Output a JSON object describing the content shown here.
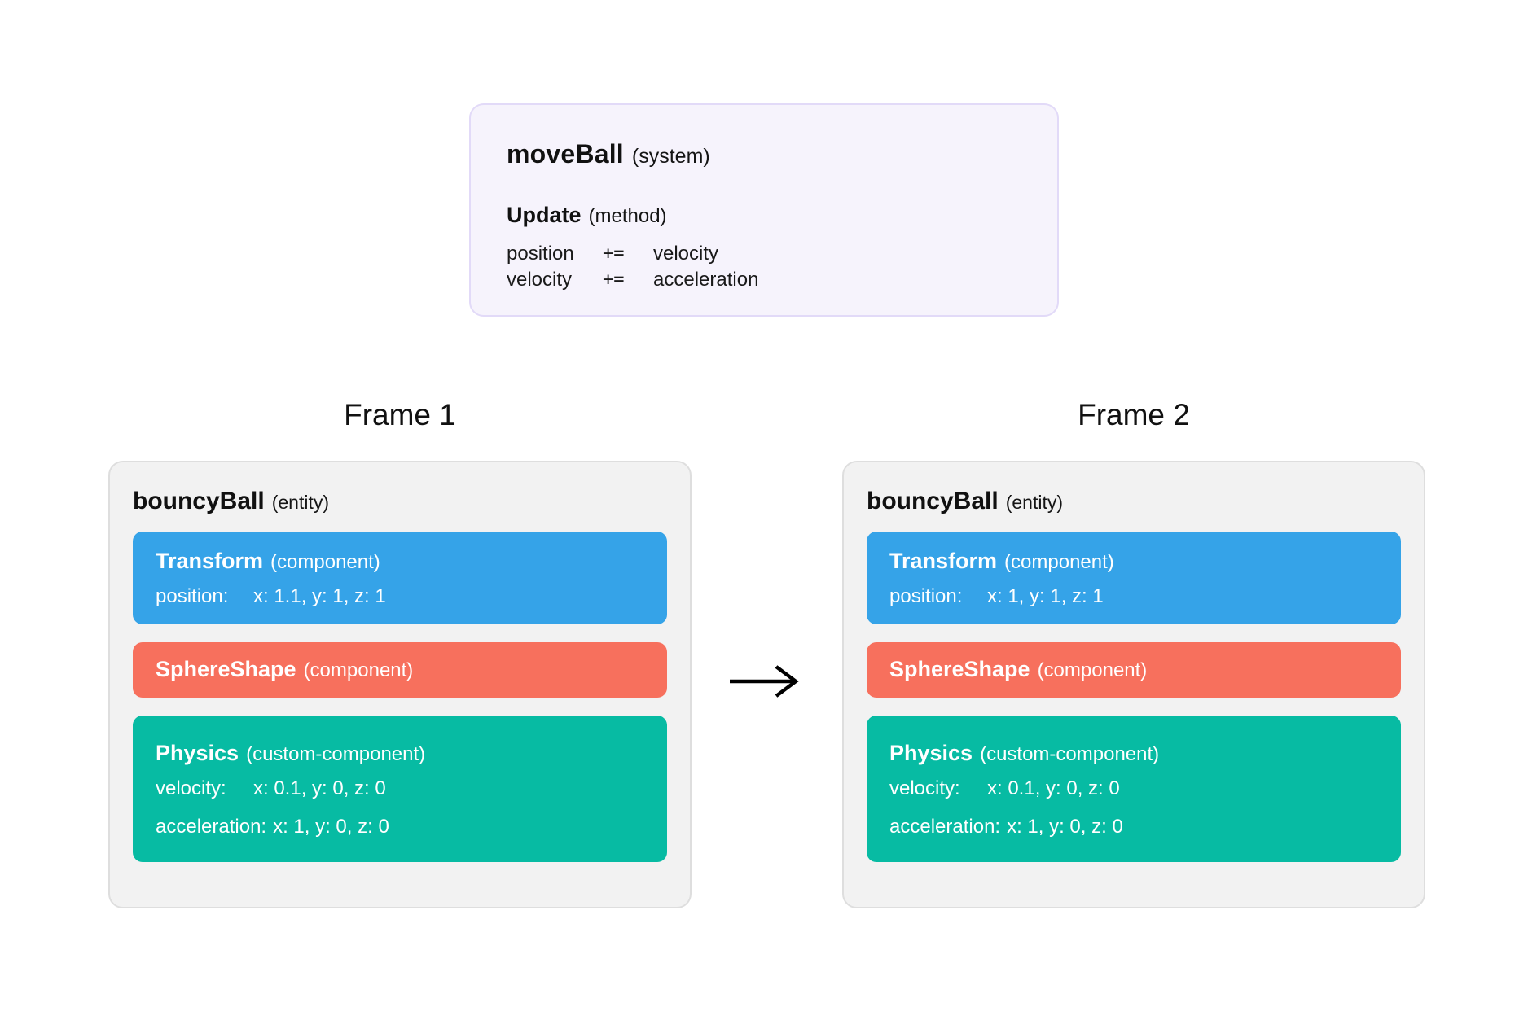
{
  "system_card": {
    "title": "moveBall",
    "title_tag": "(system)",
    "method": "Update",
    "method_tag": "(method)",
    "code": [
      {
        "lhs": "position",
        "op": "+=",
        "rhs": "velocity"
      },
      {
        "lhs": "velocity",
        "op": "+=",
        "rhs": "acceleration"
      }
    ]
  },
  "frames": [
    {
      "label": "Frame 1",
      "entity": {
        "name": "bouncyBall",
        "tag": "(entity)",
        "components": [
          {
            "name": "Transform",
            "tag": "(component)",
            "fields": [
              {
                "label": "position:",
                "value": "x: 1.1, y: 1, z: 1"
              }
            ]
          },
          {
            "name": "SphereShape",
            "tag": "(component)",
            "fields": []
          },
          {
            "name": "Physics",
            "tag": "(custom-component)",
            "fields": [
              {
                "label": "velocity:",
                "value": "x: 0.1, y: 0, z: 0"
              },
              {
                "label": "acceleration:",
                "value": "x: 1, y: 0, z: 0"
              }
            ]
          }
        ]
      }
    },
    {
      "label": "Frame 2",
      "entity": {
        "name": "bouncyBall",
        "tag": "(entity)",
        "components": [
          {
            "name": "Transform",
            "tag": "(component)",
            "fields": [
              {
                "label": "position:",
                "value": "x: 1, y: 1, z: 1"
              }
            ]
          },
          {
            "name": "SphereShape",
            "tag": "(component)",
            "fields": []
          },
          {
            "name": "Physics",
            "tag": "(custom-component)",
            "fields": [
              {
                "label": "velocity:",
                "value": "x: 0.1, y: 0, z: 0"
              },
              {
                "label": "acceleration:",
                "value": "x: 1, y: 0, z: 0"
              }
            ]
          }
        ]
      }
    }
  ],
  "colors": {
    "component_blue": "#35A3E8",
    "component_coral": "#F7705D",
    "component_teal": "#07BBA3",
    "system_card_bg": "#F6F3FC",
    "system_card_border": "#E2DAF8",
    "entity_card_bg": "#F2F2F2",
    "entity_card_border": "#DEDEDE",
    "arrow": "#000000",
    "text_dark": "#111111",
    "text_light": "#FFFFFF"
  }
}
